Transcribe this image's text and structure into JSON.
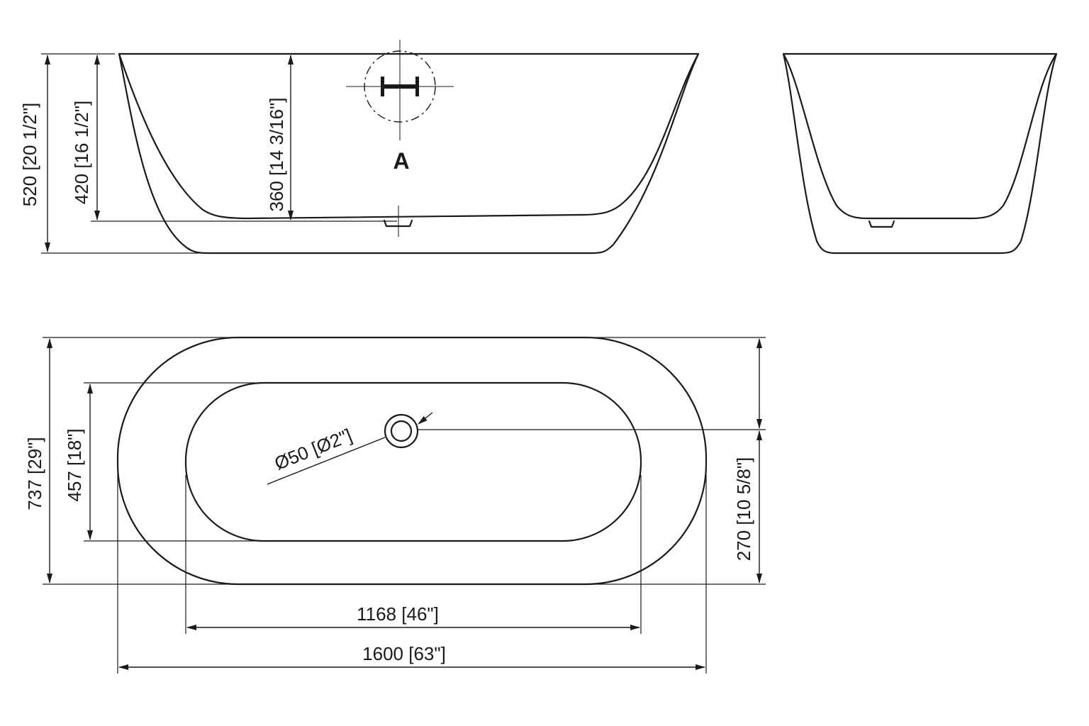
{
  "front_view": {
    "dim_total_height": "520  [20 1/2\"]",
    "dim_interior_height": "420  [16 1/2\"]",
    "dim_overflow_height": "360 [14 3/16\"]",
    "detail_marker": "A"
  },
  "plan_view": {
    "dim_total_width": "737  [29\"]",
    "dim_interior_width": "457  [18\"]",
    "dim_drain_offset": "270  [10 5/8\"]",
    "dim_drain_diameter": "Ø50  [Ø2\"]",
    "dim_interior_length": "1168  [46\"]",
    "dim_total_length": "1600  [63\"]"
  }
}
